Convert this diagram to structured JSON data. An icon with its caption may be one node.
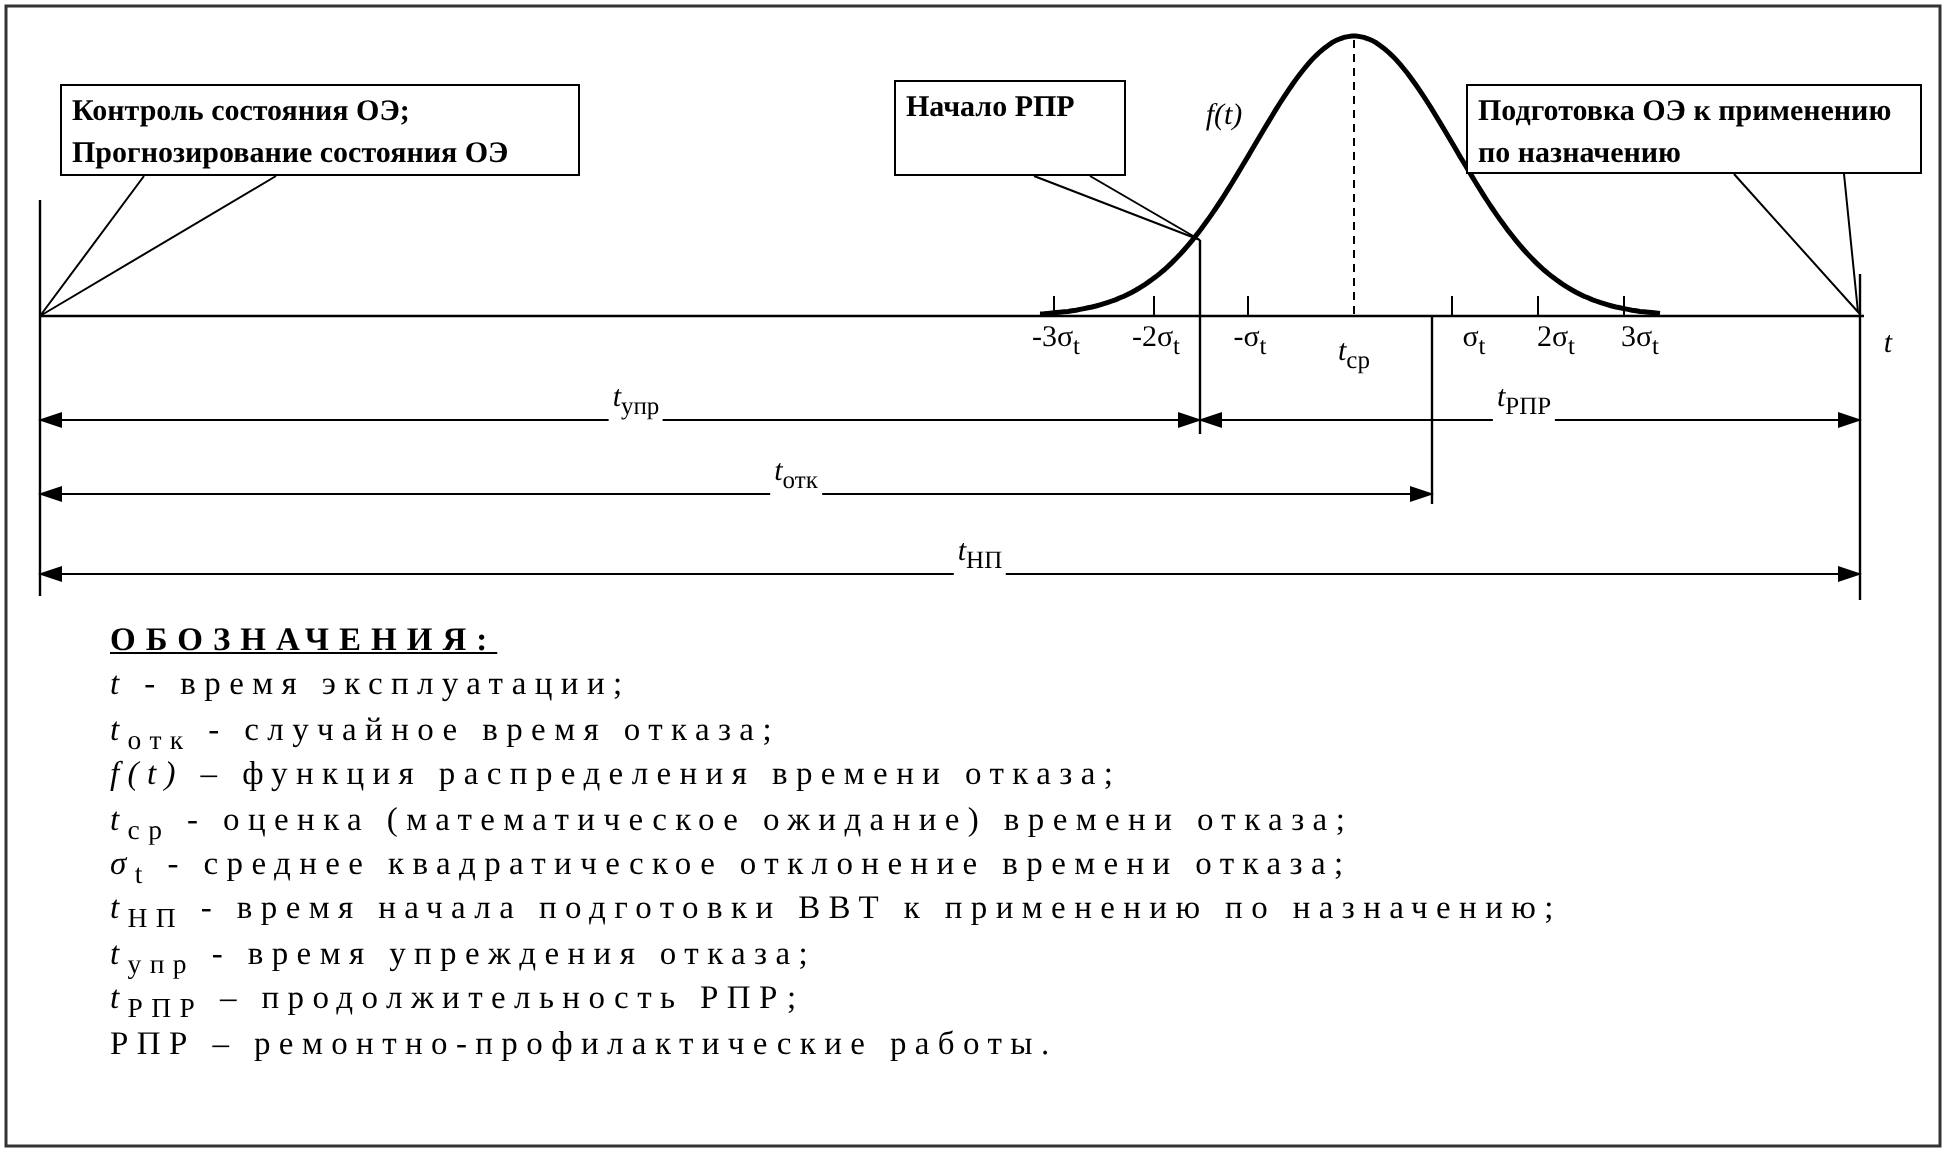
{
  "diagram": {
    "nodes": [
      {
        "text": [
          "Контроль состояния ОЭ;",
          "Прогнозирование состояния ОЭ"
        ]
      },
      {
        "text": [
          "Начало РПР"
        ]
      },
      {
        "text": [
          "Подготовка ОЭ к применению по назначению"
        ]
      }
    ],
    "edges": [
      {
        "from": 0,
        "to": null,
        "arrow": "none"
      },
      {
        "from": 1,
        "to": null,
        "arrow": "none"
      },
      {
        "from": 2,
        "to": null,
        "arrow": "none"
      }
    ],
    "labels": [
      "*f(t)*",
      "-3σ$_{t}$",
      "-2σ$_{t}$",
      "-σ$_{t}$",
      "*t*$_{ср}$",
      "σ$_{t}$",
      "2σ$_{t}$",
      "3σ$_{t}$",
      "*t*",
      "*t*$_{упр}$",
      "*t*$_{РПР}$",
      "*t*$_{отк}$",
      "*t*$_{НП}$",
      "ОБОЗНАЧЕНИЯ:",
      "*t* - время эксплуатации;",
      "*t*$_{отк}$ - случайное время отказа;",
      "*f(t)* – функция распределения времени отказа;",
      "*t*$_{ср}$ - оценка (математическое ожидание) времени отказа;",
      "*σ*$_{t}$ - среднее квадратическое отклонение времени отказа;",
      "*t*$_{НП}$ - время начала подготовки ВВТ к применению по назначению;",
      "*t*$_{упр}$ - время упреждения отказа;",
      "*t*$_{РПР}$ – продолжительность РПР;",
      "РПР – ремонтно-профилактические работы."
    ]
  }
}
